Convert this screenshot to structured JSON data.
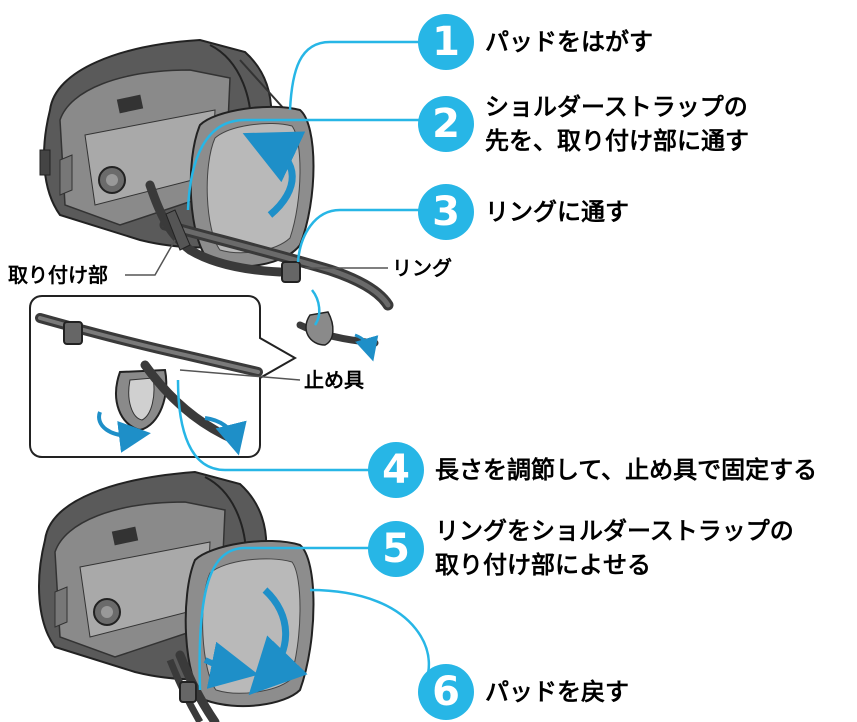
{
  "steps": [
    {
      "num": "1",
      "text": [
        "パッドをはがす"
      ]
    },
    {
      "num": "2",
      "text": [
        "ショルダーストラップの",
        "先を、取り付け部に通す"
      ]
    },
    {
      "num": "3",
      "text": [
        "リングに通す"
      ]
    },
    {
      "num": "4",
      "text": [
        "長さを調節して、止め具で固定する"
      ]
    },
    {
      "num": "5",
      "text": [
        "リングをショルダーストラップの",
        "取り付け部によせる"
      ]
    },
    {
      "num": "6",
      "text": [
        "パッドを戻す"
      ]
    }
  ],
  "callouts": {
    "mount": "取り付け部",
    "ring": "リング",
    "stopper": "止め具"
  },
  "colors": {
    "accent": "#27b6e6",
    "arrow": "#1e8fc8",
    "camera_dark": "#3d3d3d",
    "camera_mid": "#7a7a7a",
    "camera_light": "#b5b5b5",
    "strap": "#4a4a4a"
  }
}
